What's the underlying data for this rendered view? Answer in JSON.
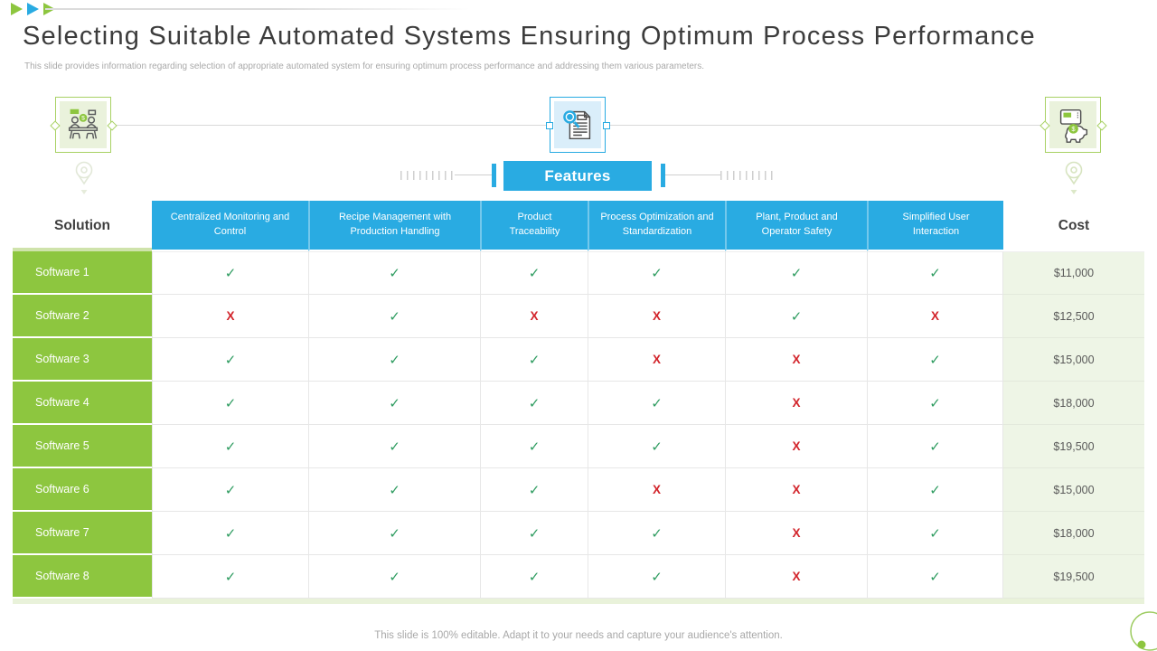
{
  "slide": {
    "title": "Selecting Suitable Automated Systems Ensuring Optimum Process Performance",
    "subtitle": "This slide provides information regarding selection of appropriate automated system for ensuring optimum process performance and addressing them various parameters.",
    "footer": "This slide is 100% editable. Adapt it to your needs and capture your audience's attention."
  },
  "colors": {
    "accent_green": "#8dc63f",
    "accent_blue": "#29abe2",
    "check_green": "#2e9c60",
    "cross_red": "#d2232a",
    "cost_bg": "#eef5e6"
  },
  "icons": {
    "bullets": [
      "triangle-bullet-green",
      "triangle-bullet-blue",
      "triangle-bullet-green"
    ],
    "left_box": "meeting-discussion-icon",
    "center_box": "document-analysis-icon",
    "right_box": "piggy-bank-cost-icon",
    "pins": [
      "location-pin-icon",
      "location-pin-icon"
    ],
    "bottom_right": "circle-decoration"
  },
  "features_banner": {
    "label": "Features"
  },
  "table": {
    "solution_header": "Solution",
    "cost_header": "Cost",
    "feature_headers": [
      "Centralized Monitoring and Control",
      "Recipe Management with Production Handling",
      "Product Traceability",
      "Process Optimization and Standardization",
      "Plant, Product and Operator Safety",
      "Simplified User Interaction"
    ],
    "check_symbol": "✓",
    "cross_symbol": "X",
    "rows": [
      {
        "solution": "Software 1",
        "features": [
          "yes",
          "yes",
          "yes",
          "yes",
          "yes",
          "yes"
        ],
        "cost": "$11,000"
      },
      {
        "solution": "Software 2",
        "features": [
          "no",
          "yes",
          "no",
          "no",
          "yes",
          "no"
        ],
        "cost": "$12,500"
      },
      {
        "solution": "Software 3",
        "features": [
          "yes",
          "yes",
          "yes",
          "no",
          "no",
          "yes"
        ],
        "cost": "$15,000"
      },
      {
        "solution": "Software 4",
        "features": [
          "yes",
          "yes",
          "yes",
          "yes",
          "no",
          "yes"
        ],
        "cost": "$18,000"
      },
      {
        "solution": "Software 5",
        "features": [
          "yes",
          "yes",
          "yes",
          "yes",
          "no",
          "yes"
        ],
        "cost": "$19,500"
      },
      {
        "solution": "Software 6",
        "features": [
          "yes",
          "yes",
          "yes",
          "no",
          "no",
          "yes"
        ],
        "cost": "$15,000"
      },
      {
        "solution": "Software 7",
        "features": [
          "yes",
          "yes",
          "yes",
          "yes",
          "no",
          "yes"
        ],
        "cost": "$18,000"
      },
      {
        "solution": "Software 8",
        "features": [
          "yes",
          "yes",
          "yes",
          "yes",
          "no",
          "yes"
        ],
        "cost": "$19,500"
      }
    ]
  }
}
